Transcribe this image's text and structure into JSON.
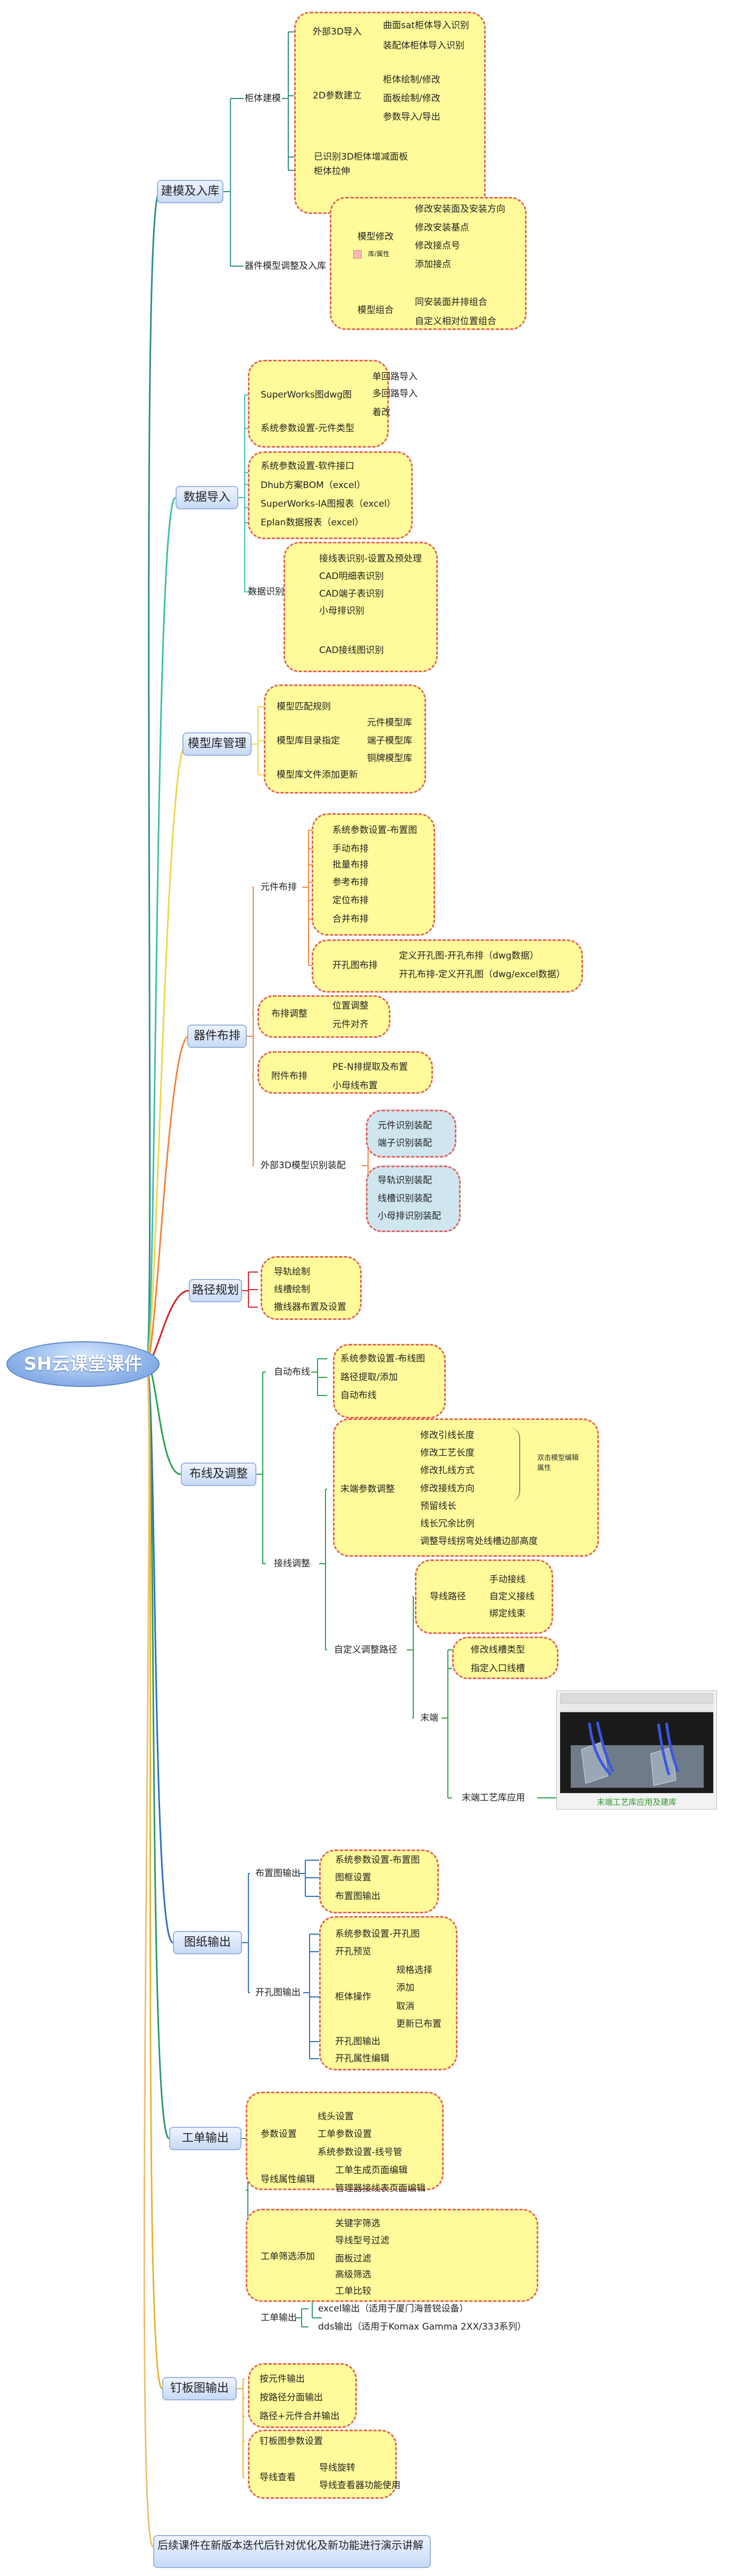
{
  "root": "SH云课堂课件",
  "branches": {
    "b1": "建模及入库",
    "b2": "数据导入",
    "b3": "模型库管理",
    "b4": "器件布排",
    "b5": "路径规划",
    "b6": "布线及调整",
    "b7": "图纸输出",
    "b8": "工单输出",
    "b9": "钉板图输出",
    "b10": "后续课件在新版本迭代后针对优化及新功能进行演示讲解"
  },
  "n": {
    "guiti": "柜体建模",
    "waibu3d": "外部3D导入",
    "qumian": "曲面sat柜体导入识别",
    "zhuangpei": "装配体柜体导入识别",
    "can2d": "2D参数建立",
    "gtzz": "柜体绘制/修改",
    "mbhz": "面板绘制/修改",
    "csdr": "参数导入/导出",
    "yishibie": "已识别3D柜体增减面板",
    "gtlashen": "柜体拉伸",
    "qjmx": "器件模型调整及入库",
    "mxxg": "模型修改",
    "kushu": "库/属性",
    "xgazm": "修改安装面及安装方向",
    "xgazd": "修改安装基点",
    "xgjx": "修改接点号",
    "tjjd": "添加接点",
    "mxzh": "模型组合",
    "tazzh": "同安装面并排组合",
    "zdyzh": "自定义相对位置组合",
    "swdwg": "SuperWorks图dwg图",
    "dhdr": "单回路导入",
    "dhldr": "多回路导入",
    "bianji": "着改",
    "xtcs_yj": "系统参数设置-元件类型",
    "xtcs_rj": "系统参数设置-软件接口",
    "dhub": "Dhub方案BOM（excel）",
    "swiabb": "SuperWorks-IA图报表（excel）",
    "eplan": "Eplan数据报表（excel）",
    "shujusb": "数据识别",
    "jxbsb": "接线表识别-设置及预处理",
    "cadml": "CAD明细表识别",
    "cadzz": "CAD端子表识别",
    "xmpsb": "小母排识别",
    "cadjx": "CAD接线图识别",
    "mxppgz": "模型匹配规则",
    "mxkml": "模型库目录指定",
    "yjmxk": "元件模型库",
    "dzmxk": "端子模型库",
    "tdmxk": "铜牌模型库",
    "mxkwj": "模型库文件添加更新",
    "yjbp": "元件布排",
    "xtbp": "系统参数设置-布置图",
    "sdbp": "手动布排",
    "plbp": "批量布排",
    "ckbp": "参考布排",
    "dwbp": "定位布排",
    "hbbp": "合并布排",
    "kktb": "开孔图布排",
    "dykk": "定义开孔图-开孔布排（dwg数据）",
    "kkbp": "开孔布排-定义开孔图（dwg/excel数据）",
    "bptz": "布排调整",
    "wztz": "位置调整",
    "yjdq": "元件对齐",
    "fjbp": "附件布排",
    "pentq": "PE-N排提取及布置",
    "xmxbz": "小母线布置",
    "wb3dzp": "外部3D模型识别装配",
    "yjsbzp": "元件识别装配",
    "dzsbzp": "端子识别装配",
    "dgsbzp": "导轨识别装配",
    "xcsbzp": "线槽识别装配",
    "xmpsbzp": "小母排识别装配",
    "dxhz": "导轨绘制",
    "xchz": "线槽绘制",
    "sxqbz": "撒线器布置及设置",
    "zdbx": "自动布线",
    "xtbx": "系统参数设置-布线图",
    "ljgl": "路径提取/添加",
    "zdbx2": "自动布线",
    "jxtz": "接线调整",
    "mdcstz": "末端参数调整",
    "xgyx": "修改引线长度",
    "xggy": "修改工艺长度",
    "xgzx": "修改扎线方式",
    "xgjxfx": "修改接线方向",
    "ylxc": "预留线长",
    "xcrybl": "线长冗余比例",
    "tzdx": "调整导线拐弯处线槽边部高度",
    "shuangji": "双击模型编辑属性",
    "zdytz": "自定义调整路径",
    "dxlj": "导线路径",
    "sdjx": "手动接线",
    "zdyjx": "自定义接线",
    "bdxs": "绑定线束",
    "mduan": "末端",
    "xgxslx": "修改线槽类型",
    "zdrkxx": "指定入口线槽",
    "mdgy": "末端工艺库应用",
    "mdgy_cap": "末端工艺库应用及建库",
    "bztsc": "布置图输出",
    "xtbzt": "系统参数设置-布置图",
    "tzsz": "图框设置",
    "bztsc2": "布置图输出",
    "kktsc": "开孔图输出",
    "xtkk": "系统参数设置-开孔图",
    "kkyl": "开孔预览",
    "gtcz": "柜体操作",
    "gzxz": "规格选择",
    "tianjia": "添加",
    "quxiao": "取消",
    "gxyb": "更新已布置",
    "kktsc2": "开孔图输出",
    "kksxbj": "开孔属性编辑",
    "cssz": "参数设置",
    "xtcs": "线头设置",
    "gdcs": "工单参数设置",
    "xtcsxh": "系统参数设置-线号管",
    "dxsxbj": "导线属性编辑",
    "gdscym": "工单生成页面编辑",
    "gljxyd": "管理器接线表页面编辑",
    "gdsxtj": "工单筛选添加",
    "gjzsx": "关键字筛选",
    "dxxhsx": "导线型号过滤",
    "mbgl": "面板过滤",
    "gjsx": "高级筛选",
    "gdbz": "工单比较",
    "gdsc": "工单输出",
    "excelsc": "excel输出（适用于厦门海普锐设备）",
    "ddssc": "dds输出（适用于Komax Gamma 2XX/333系列）",
    "ayjsc": "按元件输出",
    "aljfbsc": "按路径分面输出",
    "ljyjhb": "路径+元件合并输出",
    "dbtcs": "钉板图参数设置",
    "dxck": "导线查看",
    "dxxz": "导线旋转",
    "dxckgn": "导线查看器功能使用"
  }
}
